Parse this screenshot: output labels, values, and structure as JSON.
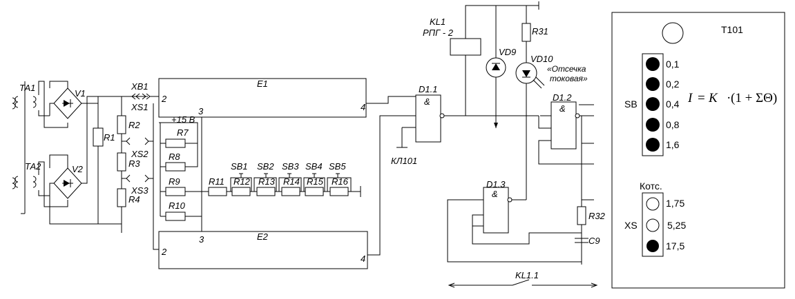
{
  "labels": {
    "ta1": "ТА1",
    "ta2": "ТА2",
    "v1": "V1",
    "v2": "V2",
    "xb1": "ХВ1",
    "xs1": "ХS1",
    "xs2": "ХS2",
    "xs3": "ХS3",
    "r1": "R1",
    "r2": "R2",
    "r3": "R3",
    "r4": "R4",
    "r7": "R7",
    "r8": "R8",
    "r9": "R9",
    "r10": "R10",
    "r11": "R11",
    "r12": "R12",
    "r13": "R13",
    "r14": "R14",
    "r15": "R15",
    "r16": "R16",
    "plus15": "+15 В",
    "sb1": "SB1",
    "sb2": "SB2",
    "sb3": "SB3",
    "sb4": "SB4",
    "sb5": "SB5",
    "e1": "Е1",
    "e2": "Е2",
    "e1_p2": "2",
    "e1_p3": "3",
    "e1_p4": "4",
    "e2_p2": "2",
    "e2_p3": "3",
    "e2_p4": "4",
    "d11": "D1.1",
    "d12": "D1.2",
    "d13": "D1.3",
    "amp": "&",
    "kl101": "КЛ101",
    "kl1": "KL1",
    "rpg": "РПГ - 2",
    "vd9": "VD9",
    "vd10": "VD10",
    "r31": "R31",
    "cutoff1": "«Отсечка",
    "cutoff2": "токовая»",
    "r32": "R32",
    "c9": "C9",
    "kl11": "KL1.1"
  },
  "panel": {
    "title": "Т101",
    "sb_label": "SB",
    "sb_values": [
      "0,1",
      "0,2",
      "0,4",
      "0,8",
      "1,6"
    ],
    "kotc_label": "Котс.",
    "xs_label": "XS",
    "xs_values": [
      "1,75",
      "5,25",
      "17,5"
    ],
    "formula": {
      "i": "I",
      "eq": "=",
      "k": "K",
      "dot": "·",
      "open": "(1 + ΣΘ)"
    }
  }
}
